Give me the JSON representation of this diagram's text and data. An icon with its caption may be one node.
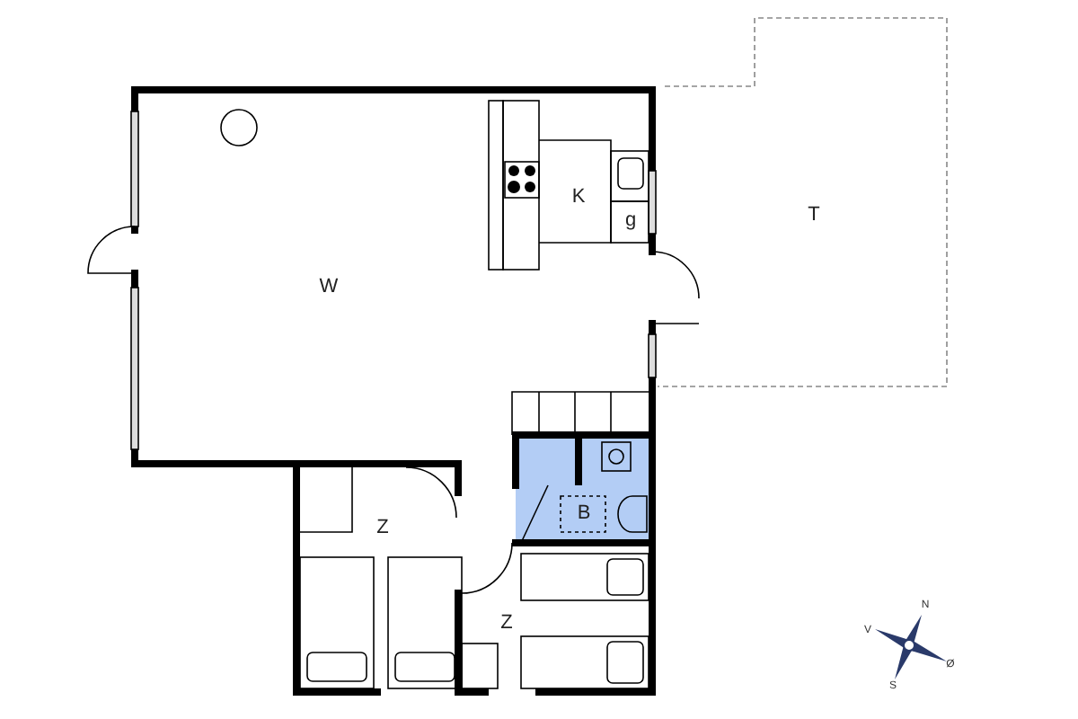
{
  "diagram": {
    "labels": [
      "W",
      "K",
      "g",
      "T",
      "Z",
      "B",
      "Z",
      "N",
      "V",
      "S",
      "Ø"
    ]
  }
}
